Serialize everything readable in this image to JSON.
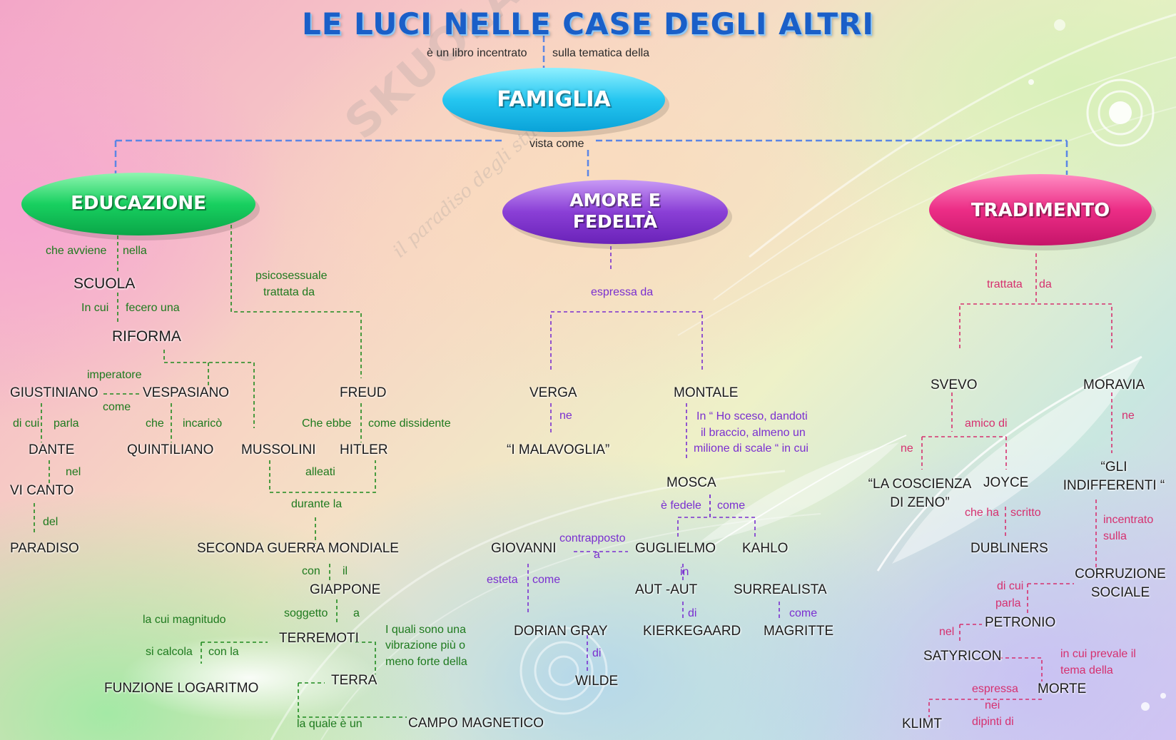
{
  "title": "LE LUCI NELLE CASE DEGLI ALTRI",
  "watermark": {
    "brand": "SKUOLA.NET",
    "tagline": "il paradiso degli studenti"
  },
  "colors": {
    "title": "#1a5fc8",
    "famiglia": "#21c2ee",
    "educazione": "#17c95c",
    "amore": "#8a3fd6",
    "tradimento": "#ec2d86",
    "green_link": "#1e7a1e",
    "purple_link": "#7a2fd0",
    "magenta_link": "#d6306f",
    "blue_link": "#5b86e5"
  },
  "top": {
    "left_label": "è un libro incentrato",
    "right_label": "sulla tematica della",
    "vista": "vista come"
  },
  "ellipses": {
    "famiglia": "FAMIGLIA",
    "educazione": "EDUCAZIONE",
    "amore_1": "AMORE E",
    "amore_2": "FEDELTÀ",
    "tradimento": "TRADIMENTO"
  },
  "educazione": {
    "che_avviene": "che avviene",
    "nella": "nella",
    "scuola": "SCUOLA",
    "in_cui": "In cui",
    "fecero_una": "fecero una",
    "riforma": "RIFORMA",
    "psicosessuale": "psicosessuale",
    "trattata_da": "trattata da",
    "imperatore": "imperatore",
    "giustiniano": "GIUSTINIANO",
    "vespasiano": "VESPASIANO",
    "come": "come",
    "freud": "FREUD",
    "di_cui": "di cui",
    "parla": "parla",
    "che": "che",
    "incarico": "incaricò",
    "che_ebbe": "Che ebbe",
    "come_dissidente": "come dissidente",
    "dante": "DANTE",
    "quintiliano": "QUINTILIANO",
    "mussolini": "MUSSOLINI",
    "hitler": "HITLER",
    "nel": "nel",
    "alleati": "alleati",
    "vi_canto": "VI CANTO",
    "durante_la": "durante la",
    "del": "del",
    "paradiso": "PARADISO",
    "seconda_guerra": "SECONDA GUERRA MONDIALE",
    "con": "con",
    "il": "il",
    "giappone": "GIAPPONE",
    "la_cui_magnitudo": "la cui magnitudo",
    "soggetto": "soggetto",
    "a": "a",
    "terremoti": "TERREMOTI",
    "i_quali_1": "I quali sono una",
    "i_quali_2": "vibrazione più o",
    "i_quali_3": "meno forte della",
    "si_calcola": "si calcola",
    "con_la": "con la",
    "funzione": "FUNZIONE LOGARITMO",
    "terra": "TERRA",
    "la_quale": "la quale è un",
    "campo": "CAMPO MAGNETICO"
  },
  "amore": {
    "espressa_da": "espressa da",
    "verga": "VERGA",
    "montale": "MONTALE",
    "ne": "ne",
    "malavoglia": "“I MALAVOGLIA”",
    "quote_1": "In “ Ho sceso, dandoti",
    "quote_2": "il braccio, almeno un",
    "quote_3": "milione di scale “ in cui",
    "mosca": "MOSCA",
    "e_fedele": "è fedele",
    "come": "come",
    "giovanni": "GIOVANNI",
    "contrapposto": "contrapposto",
    "a": "a",
    "guglielmo": "GUGLIELMO",
    "kahlo": "KAHLO",
    "esteta": "esteta",
    "come2": "come",
    "in": "in",
    "aut_aut": "AUT -AUT",
    "surrealista": "SURREALISTA",
    "di": "di",
    "come3": "come",
    "dorian": "DORIAN GRAY",
    "kierkegaard": "KIERKEGAARD",
    "magritte": "MAGRITTE",
    "di2": "di",
    "wilde": "WILDE"
  },
  "tradimento": {
    "trattata": "trattata",
    "da": "da",
    "svevo": "SVEVO",
    "moravia": "MORAVIA",
    "amico_di": "amico di",
    "ne": "ne",
    "ne2": "ne",
    "coscienza_1": "“LA COSCIENZA",
    "coscienza_2": "DI  ZENO”",
    "joyce": "JOYCE",
    "gli_1": "“GLI",
    "gli_2": "INDIFFERENTI “",
    "che_ha": "che ha",
    "scritto": "scritto",
    "incentrato": "incentrato",
    "sulla": "sulla",
    "dubliners": "DUBLINERS",
    "corruzione_1": "CORRUZIONE",
    "corruzione_2": "SOCIALE",
    "di_cui": "di cui",
    "parla": "parla",
    "petronio": "PETRONIO",
    "nel": "nel",
    "satyricon": "SATYRICON",
    "prevale_1": "in cui prevale il",
    "prevale_2": "tema della",
    "morte": "MORTE",
    "espressa": "espressa",
    "nei": "nei",
    "dipinti_di": "dipinti di",
    "klimt": "KLIMT"
  }
}
